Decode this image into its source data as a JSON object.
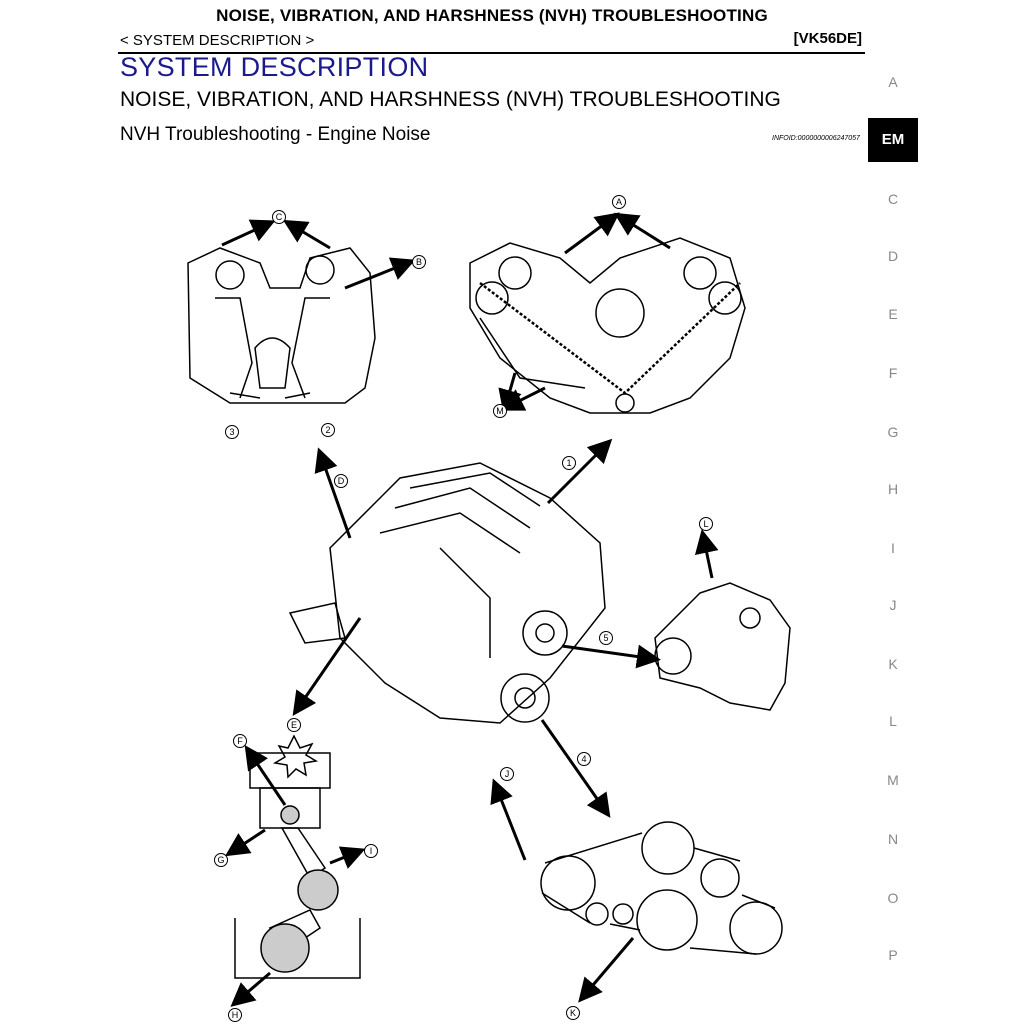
{
  "header": {
    "running_title": "NOISE, VIBRATION, AND HARSHNESS (NVH) TROUBLESHOOTING",
    "breadcrumb": "< SYSTEM DESCRIPTION >",
    "model_code": "[VK56DE]"
  },
  "section": {
    "title": "SYSTEM DESCRIPTION",
    "subtitle": "NOISE, VIBRATION, AND HARSHNESS (NVH) TROUBLESHOOTING",
    "topic": "NVH Troubleshooting - Engine Noise",
    "info_id": "INFOID:0000000006247057"
  },
  "side_tabs": [
    {
      "label": "A",
      "active": false
    },
    {
      "label": "EM",
      "active": true
    },
    {
      "label": "C",
      "active": false
    },
    {
      "label": "D",
      "active": false
    },
    {
      "label": "E",
      "active": false
    },
    {
      "label": "F",
      "active": false
    },
    {
      "label": "G",
      "active": false
    },
    {
      "label": "H",
      "active": false
    },
    {
      "label": "I",
      "active": false
    },
    {
      "label": "J",
      "active": false
    },
    {
      "label": "K",
      "active": false
    },
    {
      "label": "L",
      "active": false
    },
    {
      "label": "M",
      "active": false
    },
    {
      "label": "N",
      "active": false
    },
    {
      "label": "O",
      "active": false
    },
    {
      "label": "P",
      "active": false
    }
  ],
  "figure": {
    "callouts": [
      "A",
      "B",
      "C",
      "D",
      "E",
      "F",
      "G",
      "H",
      "I",
      "J",
      "K",
      "L",
      "M",
      "1",
      "2",
      "3",
      "4",
      "5"
    ]
  }
}
